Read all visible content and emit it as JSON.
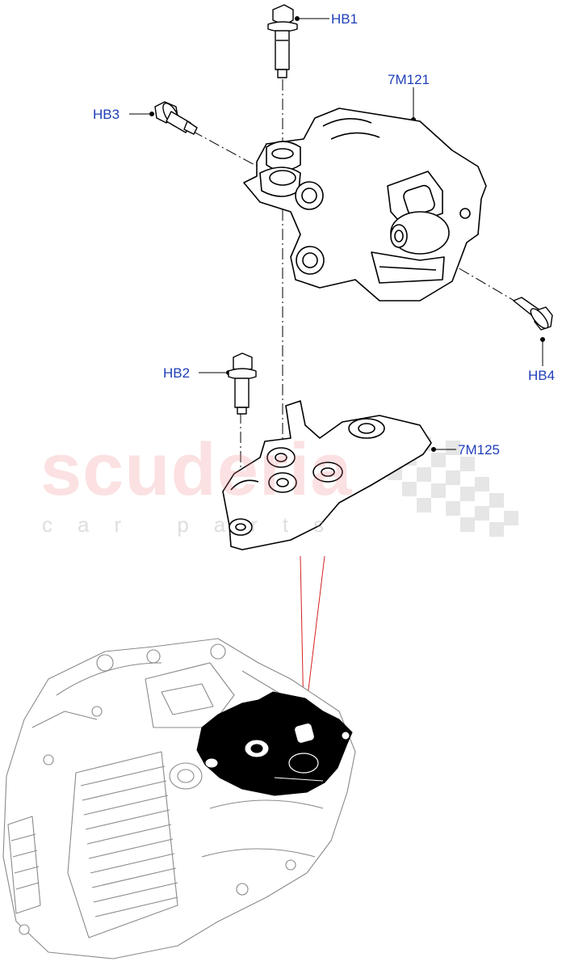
{
  "callouts": {
    "hb1": "HB1",
    "hb2": "HB2",
    "hb3": "HB3",
    "hb4": "HB4",
    "mount": "7M121",
    "bracket": "7M125"
  },
  "watermark": {
    "brand": "scuderia",
    "tagline": "car parts"
  },
  "colors": {
    "callout_text": "#1f3fb8",
    "line_art": "#000000",
    "highlight_part": "#000000",
    "leader_red": "#d42020",
    "watermark_red": "#eb787d"
  },
  "icons": {
    "hb1": "flange-bolt-icon",
    "hb2": "flange-bolt-icon",
    "hb3": "flange-bolt-icon",
    "hb4": "flange-bolt-icon",
    "mount": "engine-mount-icon",
    "bracket": "mount-bracket-icon",
    "transmission": "transmission-assembly-icon",
    "watermark_flag": "checkered-flag-icon"
  }
}
